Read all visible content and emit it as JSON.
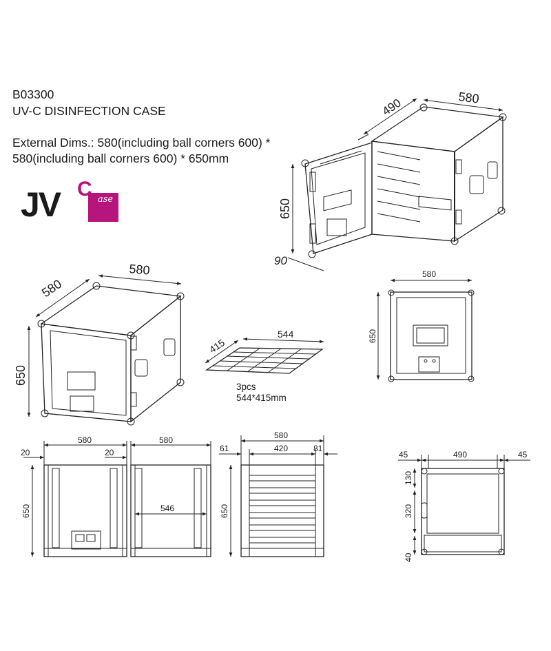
{
  "header": {
    "code": "B03300",
    "title": "UV-C DISINFECTION CASE",
    "dims_line1": "External Dims.: 580(including ball corners 600) *",
    "dims_line2": "580(including ball corners 600) * 650mm"
  },
  "logo": {
    "jv": "JV",
    "g": "C",
    "case": "ase",
    "accent_color": "#b5157d"
  },
  "open_view": {
    "width": "580",
    "depth": "490",
    "height": "650",
    "door": "90"
  },
  "closed_view": {
    "width": "580",
    "depth": "580",
    "height": "650"
  },
  "shelf": {
    "length": "544",
    "depth": "415",
    "qty": "3pcs",
    "size": "544*415mm"
  },
  "front_view": {
    "width": "580",
    "height": "650"
  },
  "section_views": {
    "left_width": "580",
    "right_width": "580",
    "left_wall": "20",
    "right_wall": "20",
    "height": "650",
    "inner": "546"
  },
  "rack_view": {
    "width": "580",
    "inner": "420",
    "left_gap": "61",
    "right_gap": "81",
    "height": "650"
  },
  "door_view": {
    "left": "45",
    "center": "490",
    "right": "45",
    "top": "130",
    "middle": "320",
    "bottom": "40"
  }
}
